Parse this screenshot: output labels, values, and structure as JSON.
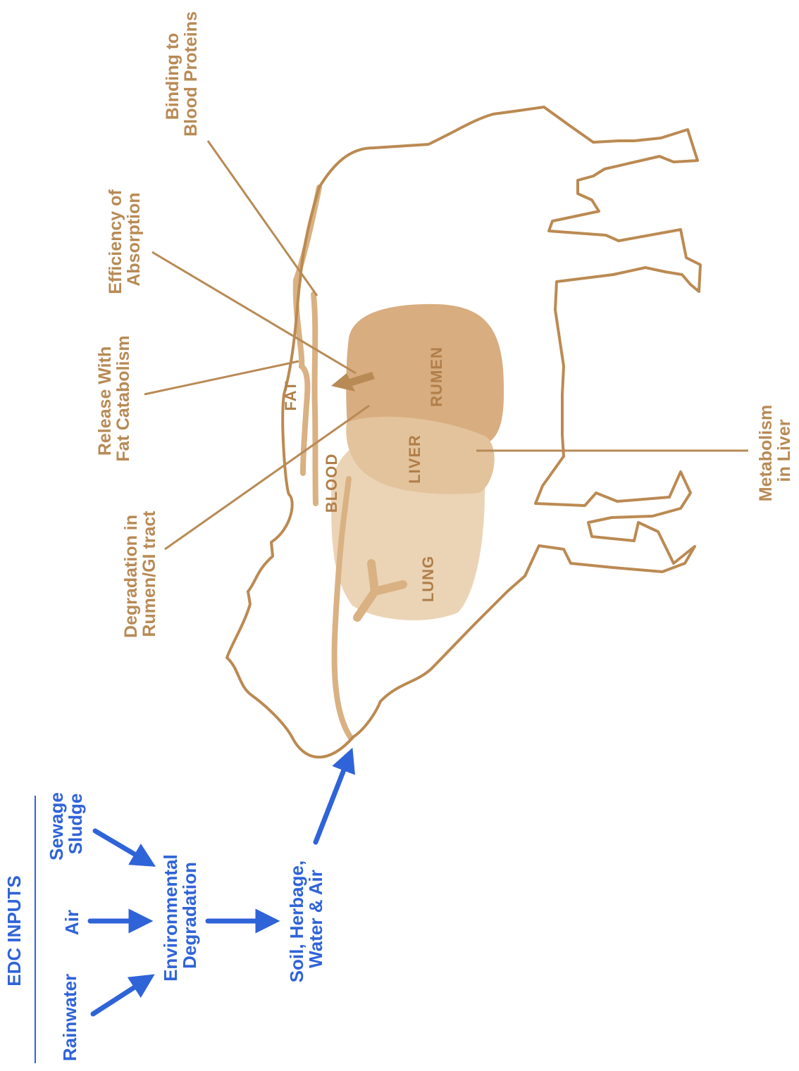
{
  "inputs": {
    "heading": "EDC INPUTS",
    "rainwater": "Rainwater",
    "air": "Air",
    "sewage_line1": "Sewage",
    "sewage_line2": "Sludge",
    "env_line1": "Environmental",
    "env_line2": "Degradation",
    "soil_line1": "Soil, Herbage,",
    "soil_line2": "Water & Air"
  },
  "organs": {
    "rumen": "RUMEN",
    "liver": "LIVER",
    "lung": "LUNG",
    "fat": "FAT",
    "blood": "BLOOD"
  },
  "processes": {
    "binding_line1": "Binding to",
    "binding_line2": "Blood Proteins",
    "efficiency_line1": "Efficiency of",
    "efficiency_line2": "Absorption",
    "release_line1": "Release With",
    "release_line2": "Fat Catabolism",
    "degradation_line1": "Degradation in",
    "degradation_line2": "Rumen/GI tract",
    "metabolism_line1": "Metabolism",
    "metabolism_line2": "in Liver"
  },
  "colors": {
    "label_brown": "#b88a55",
    "input_blue": "#2f63d8",
    "rumen_fill": "#d8ad7f",
    "liver_fill": "#e3c39c",
    "lung_fill": "#ebd4b5"
  }
}
